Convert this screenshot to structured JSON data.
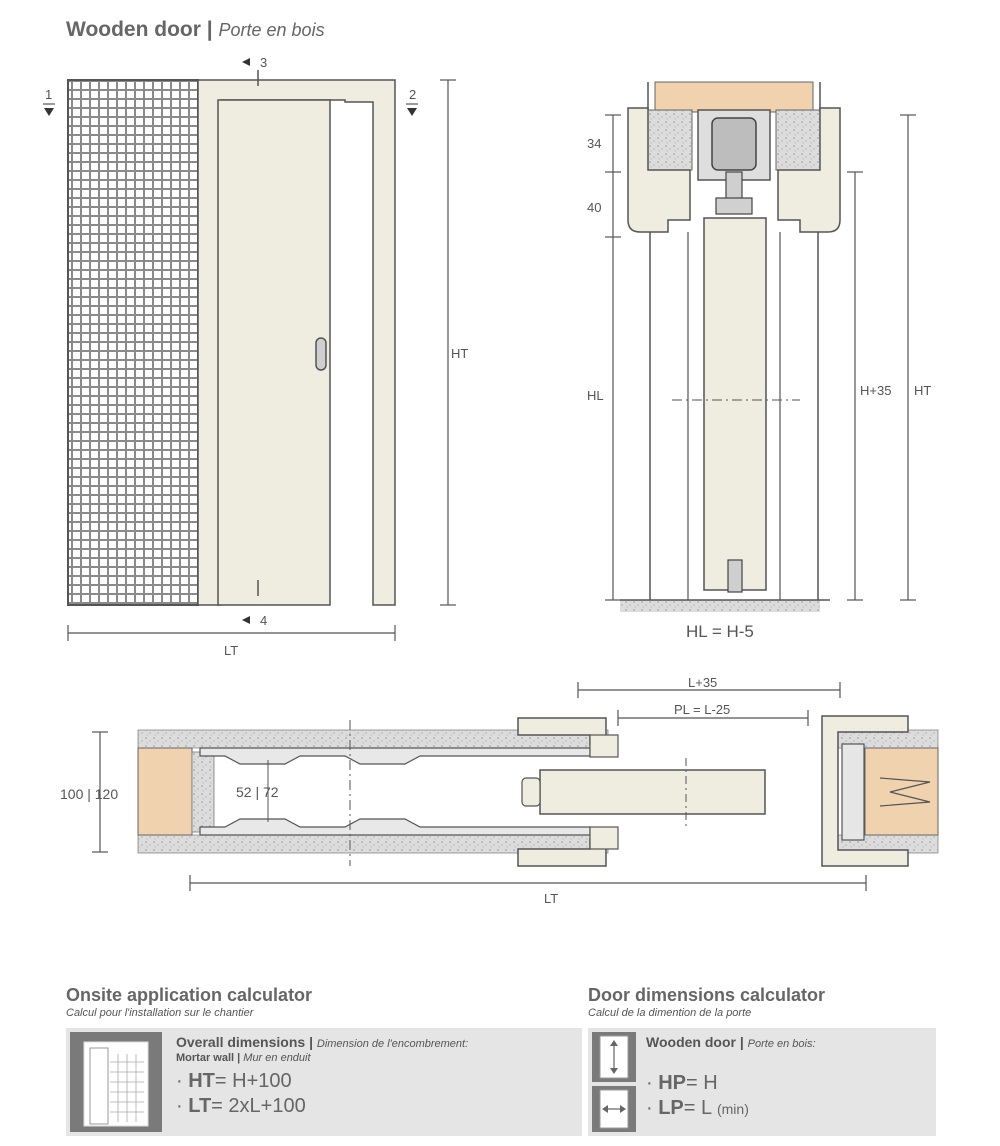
{
  "header": {
    "title_en": "Wooden door",
    "separator": "|",
    "title_fr": "Porte en bois"
  },
  "elevation": {
    "marker_1": "1",
    "marker_2": "2",
    "marker_3": "3",
    "marker_4": "4",
    "height_label": "HT",
    "width_label": "LT"
  },
  "section": {
    "dim_top": "34",
    "dim_second": "40",
    "dim_leaf": "HL",
    "dim_h35": "H+35",
    "dim_ht": "HT",
    "formula": "HL = H-5"
  },
  "plan": {
    "dim_l35": "L+35",
    "dim_pl": "PL = L-25",
    "dim_wall": "100 | 120",
    "dim_inner": "52 | 72",
    "dim_total": "LT"
  },
  "onsite_calc": {
    "title": "Onsite application calculator",
    "subtitle": "Calcul pour l'installation sur le chantier",
    "panel_title_en": "Overall dimensions",
    "panel_sep": "|",
    "panel_title_fr": "Dimension de l'encombrement:",
    "panel_sub_en": "Mortar wall",
    "panel_sub_sep": "|",
    "panel_sub_fr": "Mur en enduit",
    "formula_1_key": "HT",
    "formula_1_val": "H+100",
    "formula_2_key": "LT",
    "formula_2_val": "2xL+100"
  },
  "door_calc": {
    "title": "Door dimensions calculator",
    "subtitle": "Calcul de la dimention de la porte",
    "panel_title_en": "Wooden door",
    "panel_sep": "|",
    "panel_title_fr": "Porte en bois:",
    "formula_1_key": "HP",
    "formula_1_val": "H",
    "formula_2_key": "LP",
    "formula_2_val": "L",
    "formula_2_suffix": "(min)"
  },
  "colors": {
    "wood": "#f0d2ae",
    "frame": "#efece0",
    "mortar": "#dcdcdc",
    "line": "#444444",
    "panel_bg": "#e5e5e5"
  }
}
